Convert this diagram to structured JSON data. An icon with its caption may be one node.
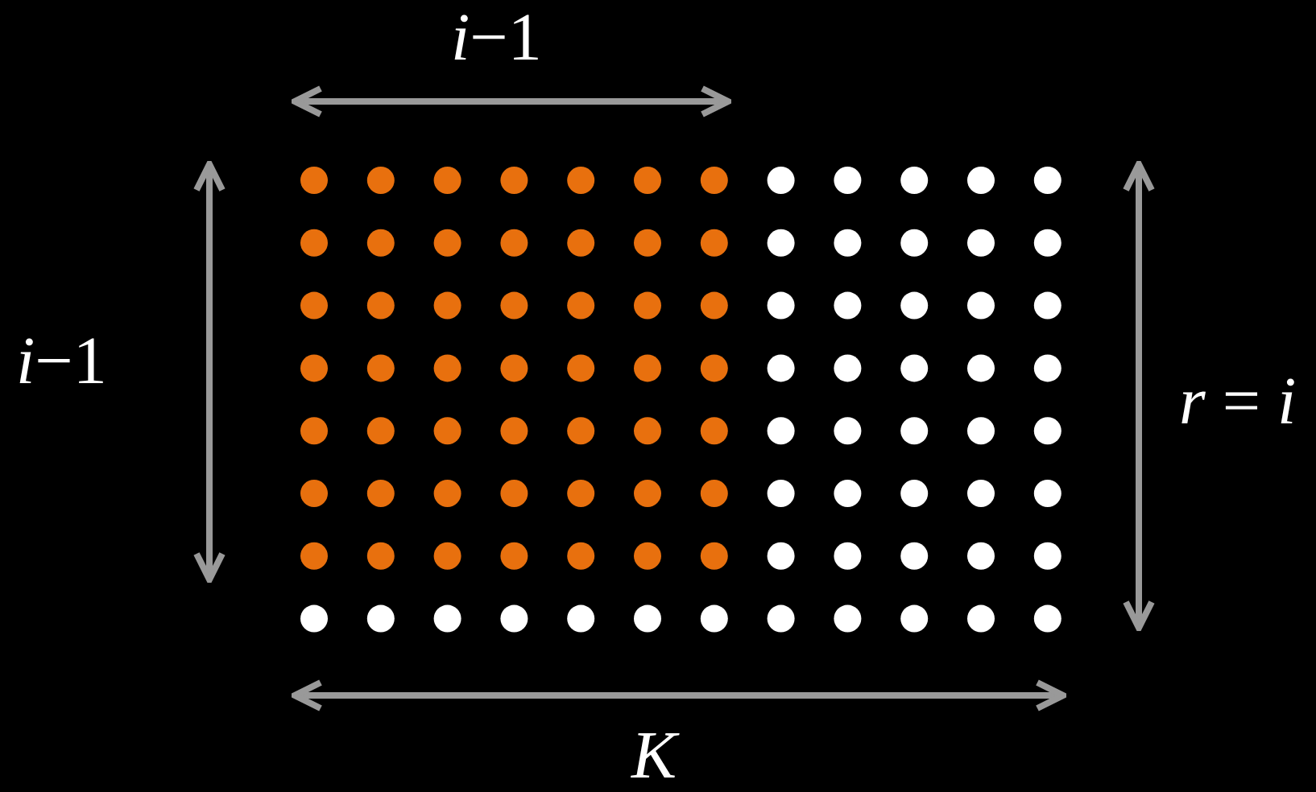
{
  "diagram": {
    "labels": [
      "*i*−1",
      "*i*−1",
      "*r* = *i*",
      "K"
    ]
  }
}
